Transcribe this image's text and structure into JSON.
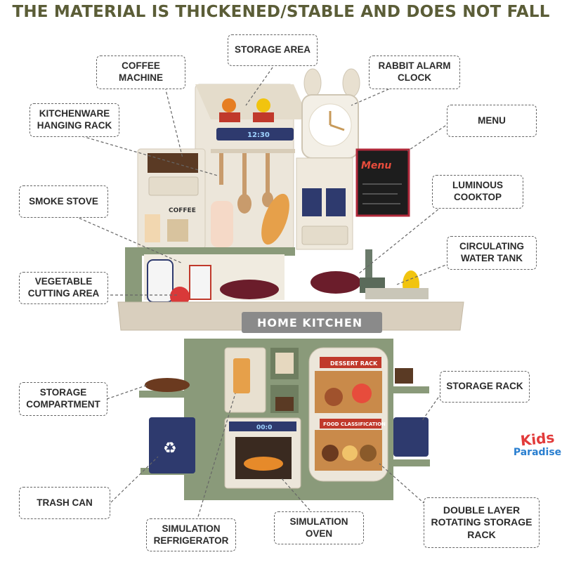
{
  "headline": "THE MATERIAL IS THICKENED/STABLE AND DOES NOT FALL",
  "labels": {
    "coffee_machine": "COFFEE MACHINE",
    "storage_area": "STORAGE AREA",
    "rabbit_alarm_clock": "RABBIT ALARM CLOCK",
    "kitchenware_hanging_rack": "KITCHENWARE HANGING RACK",
    "menu": "MENU",
    "smoke_stove": "SMOKE STOVE",
    "luminous_cooktop": "LUMINOUS COOKTOP",
    "circulating_water_tank": "CIRCULATING WATER TANK",
    "vegetable_cutting_area": "VEGETABLE CUTTING AREA",
    "storage_compartment": "STORAGE COMPARTMENT",
    "storage_rack": "STORAGE RACK",
    "trash_can": "TRASH CAN",
    "simulation_refrigerator": "SIMULATION REFRIGERATOR",
    "simulation_oven": "SIMULATION OVEN",
    "double_layer_rotating_storage_rack": "DOUBLE LAYER ROTATING STORAGE RACK"
  },
  "toy_text": {
    "home_kitchen": "HOME KITCHEN",
    "clock_display": "12:30",
    "coffee": "COFFEE",
    "dessert_rack": "DESSERT RACK",
    "food_classification": "FOOD CLASSIFICATION",
    "menu_board": "Menu",
    "oven_display": "00:0"
  },
  "brand": {
    "line1": "Kids",
    "line2": "Paradise"
  },
  "colors": {
    "headline": "#5b5d37",
    "sage": "#8a9a7a",
    "cream": "#e8e0d0",
    "accent_red": "#c0392b",
    "navy": "#2e3a6e"
  }
}
